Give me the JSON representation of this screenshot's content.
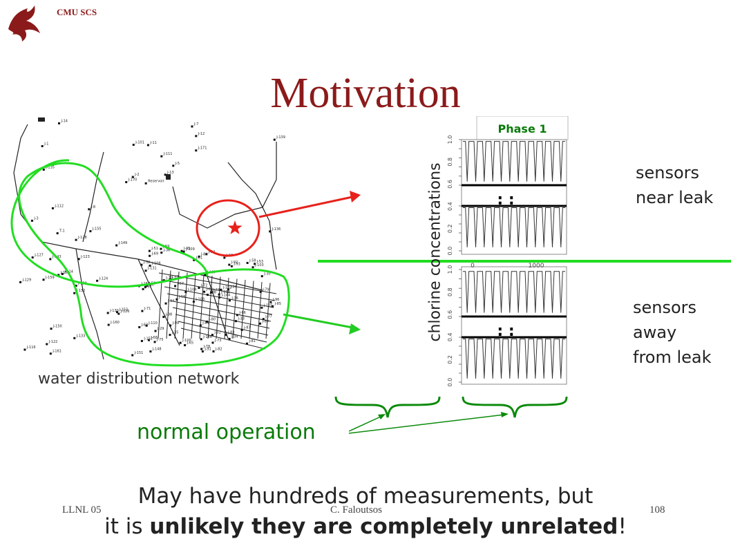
{
  "header": {
    "school": "CMU SCS",
    "logo_icon": "dragon-icon"
  },
  "title": "Motivation",
  "network": {
    "caption": "water distribution network",
    "node_labels": [
      "Reservoir",
      "J-1",
      "J-2",
      "J-3",
      "J-5",
      "J-8",
      "J-7",
      "J-11",
      "J-12",
      "J-13",
      "J-14",
      "J-136",
      "J-135",
      "J-139",
      "J-170",
      "J-171",
      "T-1",
      "J-101",
      "J-111",
      "J-112",
      "J-114",
      "J-116",
      "J-122",
      "J-123",
      "J-124",
      "J-126",
      "J-127",
      "J-128",
      "J-129",
      "J-130",
      "J-131",
      "J-132",
      "J-133",
      "J-138",
      "J-143",
      "J-149",
      "J-150",
      "J-151",
      "J-152",
      "J-153",
      "J-155",
      "J-158",
      "J-159",
      "J-160",
      "J-161",
      "J-162",
      "J-163",
      "J-148",
      "J-146",
      "J-144",
      "J-29",
      "J-30",
      "J-32",
      "J-33",
      "J-34",
      "J-35",
      "J-36",
      "J-51",
      "J-52",
      "J-53",
      "J-54",
      "J-55",
      "J-56",
      "J-57",
      "J-58",
      "J-59",
      "J-60",
      "J-61",
      "J-62",
      "J-63",
      "J-64",
      "J-65",
      "J-66",
      "J-67",
      "J-68",
      "J-69",
      "J-70",
      "J-71",
      "J-72",
      "J-73",
      "J-74",
      "J-75",
      "J-76",
      "J-77",
      "J-78",
      "J-79",
      "J-80",
      "J-81",
      "J-82",
      "J-83",
      "J-84",
      "J-85",
      "J-86",
      "J-87",
      "J-88",
      "J-89",
      "J-90",
      "J-91",
      "J-92",
      "J-93",
      "J-94",
      "J-95",
      "J-96",
      "J-97",
      "J-98",
      "J-99",
      "J-100",
      "J-102",
      "J-103",
      "J-104",
      "J-105",
      "J-106",
      "J-107",
      "J-108",
      "J-109",
      "J-110"
    ],
    "leak_marker_icon": "red-star-icon"
  },
  "chart_data": {
    "type": "line",
    "title": "Phase 1",
    "ylabel": "chlorine concentrations",
    "panels": [
      {
        "group": "near",
        "yticks": [
          "0.0",
          "0.2",
          "0.4",
          "0.6",
          "0.8",
          "1.0"
        ],
        "ylim": [
          0,
          1
        ]
      },
      {
        "group": "near",
        "yticks": [
          "0.0",
          "0.2",
          "0.4",
          "0.6",
          "0.8",
          "1.0"
        ],
        "ylim": [
          0,
          1
        ]
      },
      {
        "group": "away",
        "yticks": [
          "0.0",
          "0.2",
          "0.4",
          "0.6",
          "0.8",
          "1.0"
        ],
        "ylim": [
          0,
          1
        ]
      },
      {
        "group": "away",
        "yticks": [
          "0.0",
          "0.2",
          "0.4",
          "0.6",
          "0.8",
          "1.0"
        ],
        "ylim": [
          0,
          1
        ]
      }
    ],
    "xticks": [
      "0",
      "1000"
    ],
    "series": [
      {
        "cycles": 12,
        "high": 0.98,
        "low": 0.05
      }
    ],
    "ellipsis": ": :"
  },
  "labels": {
    "near": [
      "sensors",
      "near leak"
    ],
    "away": [
      "sensors",
      "away",
      "from leak"
    ],
    "normal_operation": "normal operation"
  },
  "conclusion": {
    "line1": "May have hundreds of measurements, but",
    "line2_a": "it is ",
    "line2_bold": "unlikely they are completely unrelated",
    "line2_b": "!"
  },
  "footer": {
    "left": "LLNL 05",
    "center": "C. Faloutsos",
    "right": "108"
  },
  "colors": {
    "title": "#8b1a1a",
    "green": "#22dd22",
    "red": "#e8201a",
    "dark_green": "#0a7a0a"
  }
}
